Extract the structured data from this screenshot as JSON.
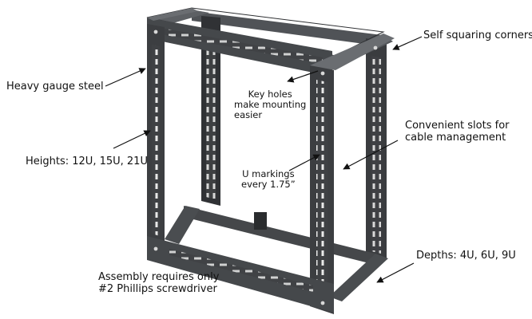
{
  "callouts": {
    "self_squaring": "Self squaring corners",
    "heavy_gauge": "Heavy gauge steel",
    "key_holes_1": "Key holes",
    "key_holes_2": "make mounting",
    "key_holes_3": "easier",
    "convenient_1": "Convenient slots for",
    "convenient_2": "cable management",
    "heights": "Heights: 12U, 15U, 21U",
    "u_markings_1": "U markings",
    "u_markings_2": "every 1.75”",
    "depths": "Depths: 4U, 6U, 9U",
    "assembly_1": "Assembly requires only",
    "assembly_2": "#2 Phillips screwdriver"
  },
  "colors": {
    "steel": "#3f4144",
    "steel_light": "#5b5e62",
    "steel_dark": "#26282a",
    "slot": "#e9e9e9",
    "arrow": "#111111"
  }
}
